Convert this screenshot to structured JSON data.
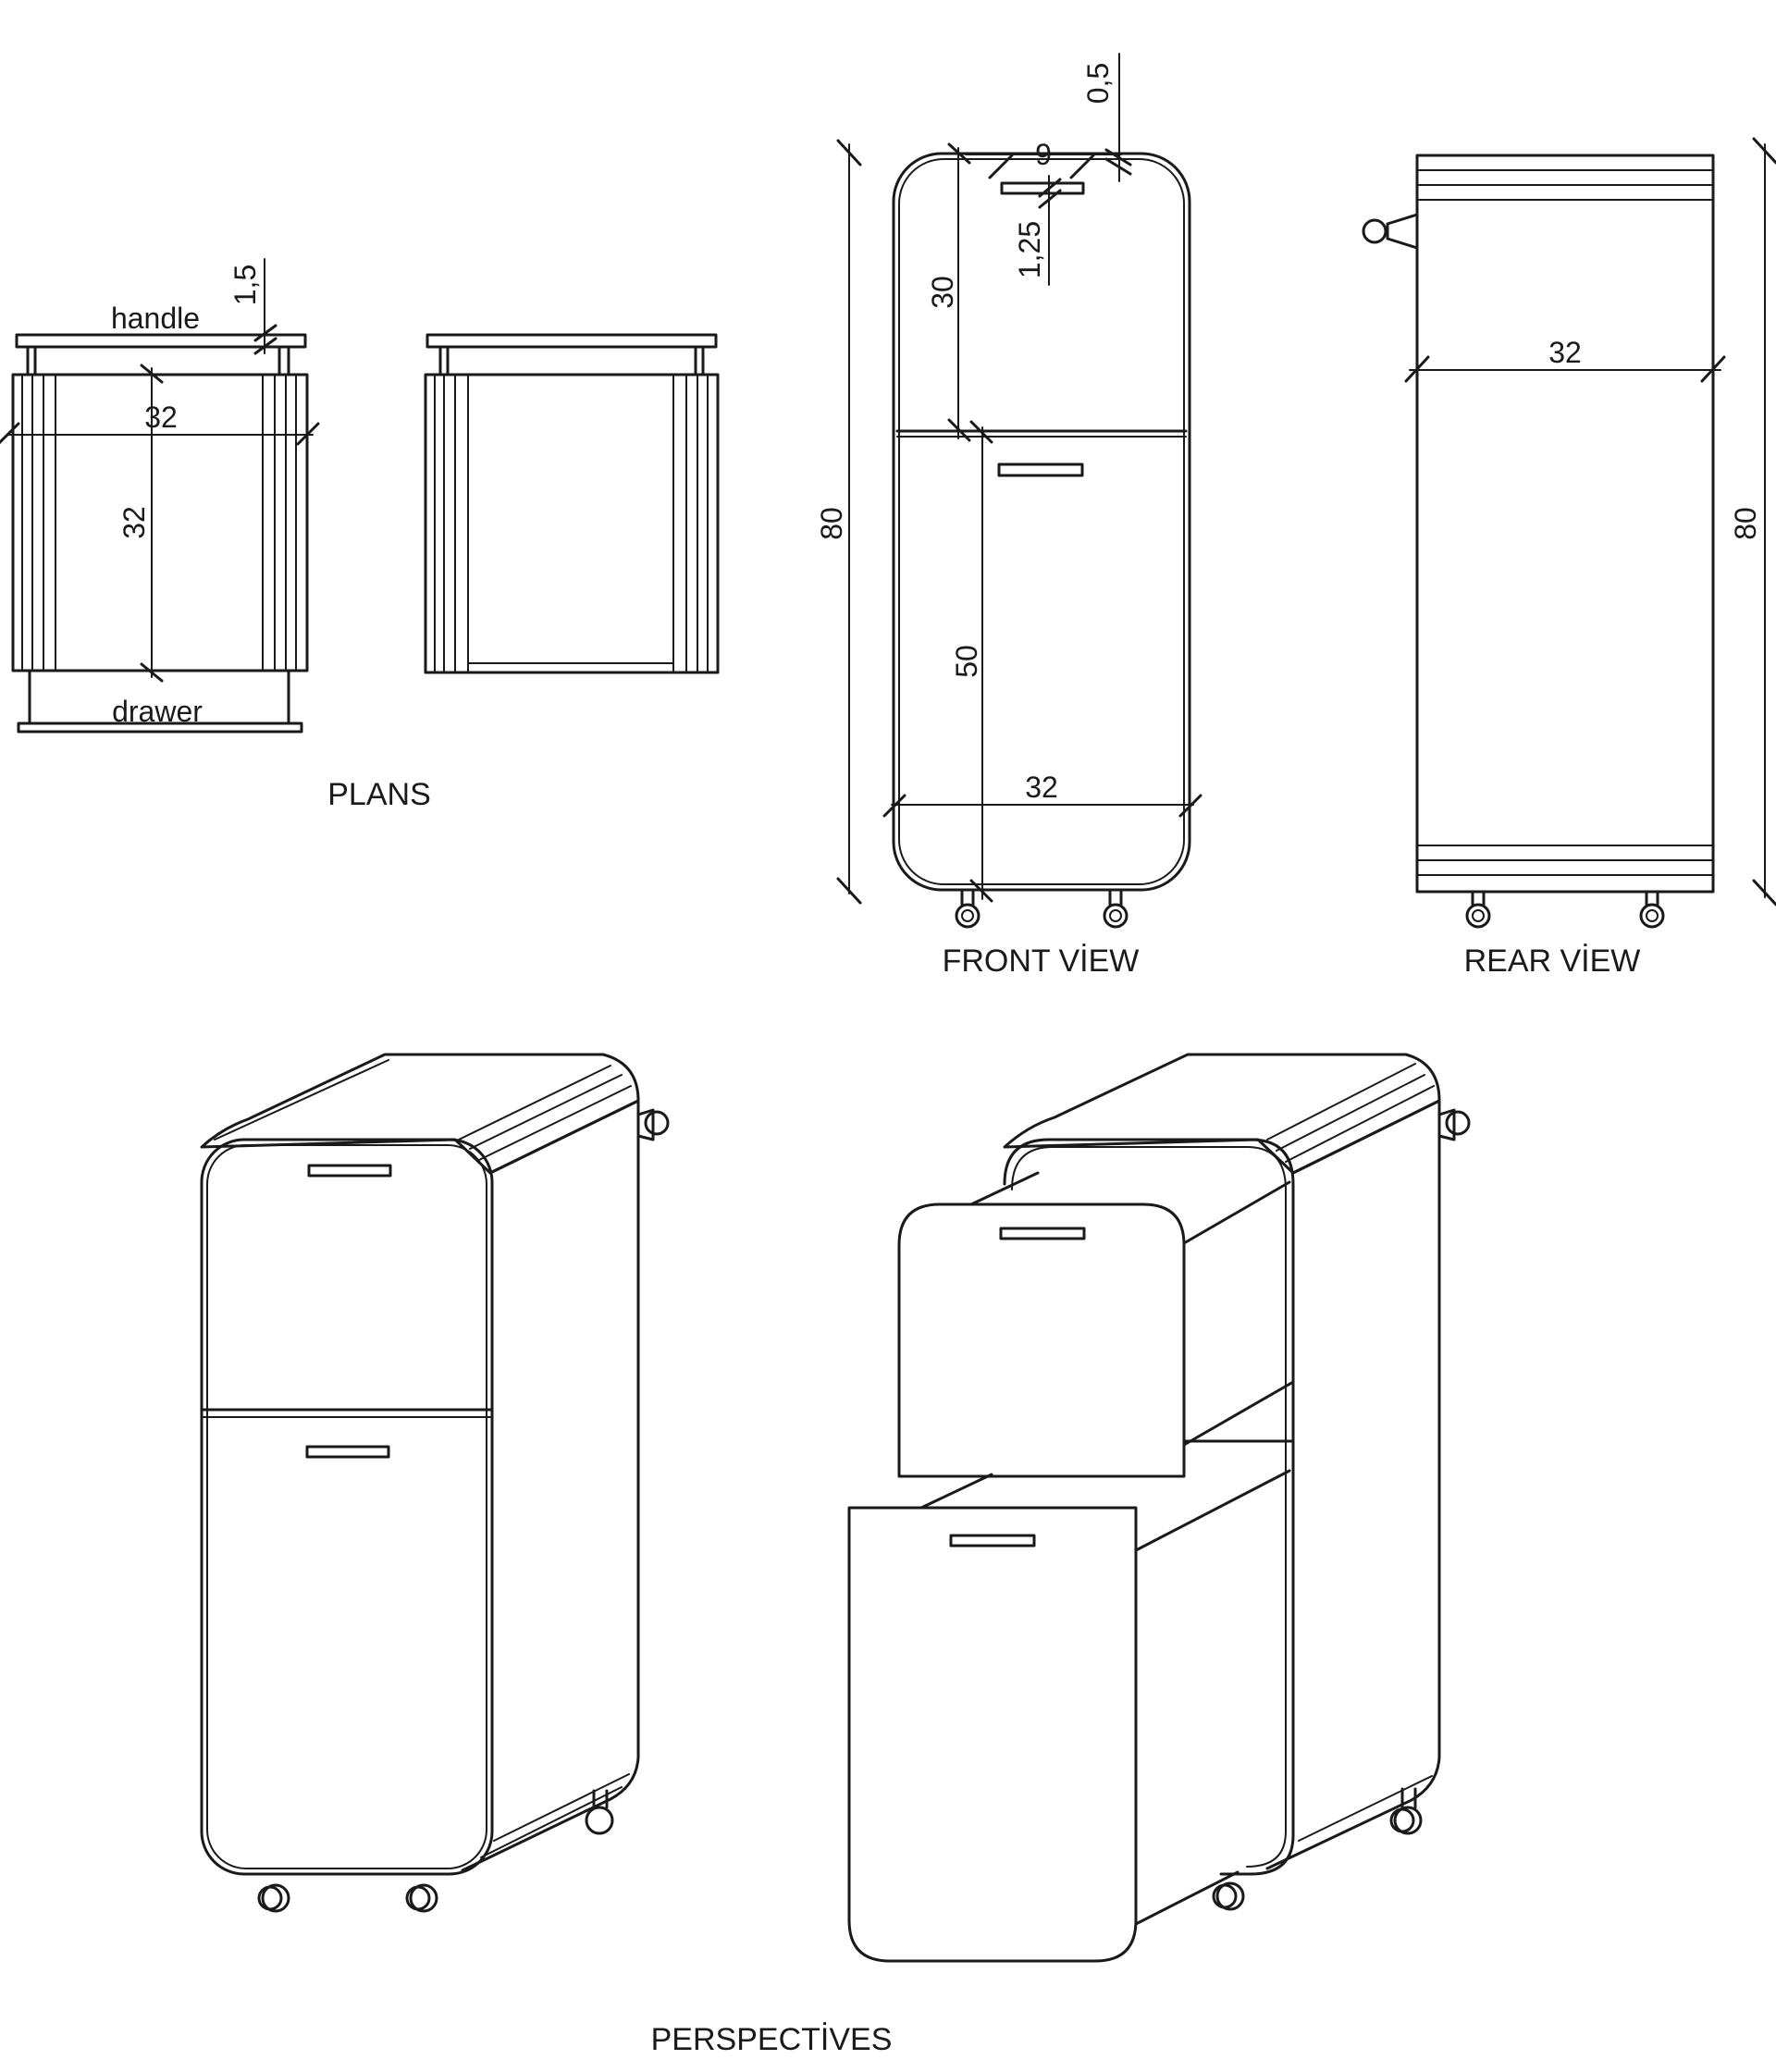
{
  "plans": {
    "label_handle": "handle",
    "label_drawer": "drawer",
    "dim_handle_thickness": "1,5",
    "dim_width": "32",
    "dim_depth": "32",
    "caption": "PLANS"
  },
  "front_view": {
    "dim_top_gap": "0,5",
    "dim_handle_length": "9",
    "dim_handle_height": "1,25",
    "dim_upper_drawer": "30",
    "dim_lower_drawer": "50",
    "dim_total_height": "80",
    "dim_width": "32",
    "caption": "FRONT VİEW"
  },
  "rear_view": {
    "dim_width": "32",
    "dim_total_height": "80",
    "caption": "REAR VİEW"
  },
  "perspectives": {
    "caption": "PERSPECTİVES"
  }
}
